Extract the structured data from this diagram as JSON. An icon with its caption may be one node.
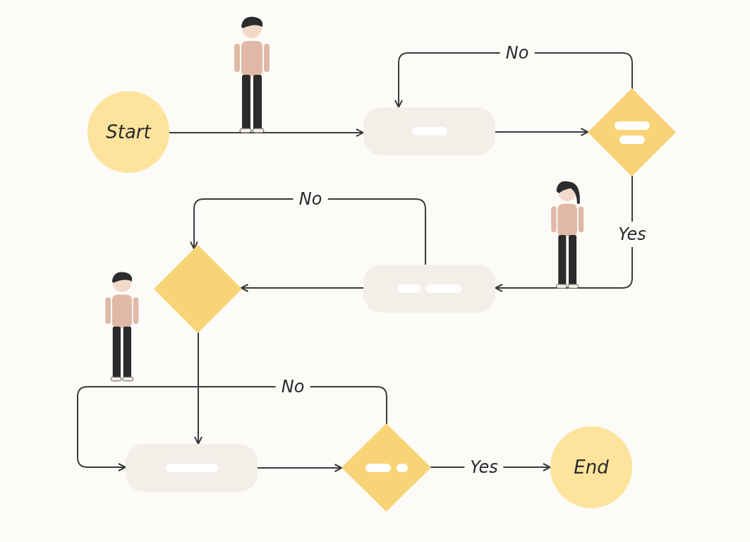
{
  "diagram": {
    "nodes": [
      {
        "text": [
          "Start"
        ]
      },
      {
        "text": [],
        "shape": "box"
      },
      {
        "text": [],
        "shape": "diamond"
      },
      {
        "text": [],
        "shape": "box"
      },
      {
        "text": [],
        "shape": "diamond"
      },
      {
        "text": [],
        "shape": "box"
      },
      {
        "text": [],
        "shape": "diamond"
      },
      {
        "text": [
          "End"
        ]
      }
    ],
    "edges": [
      {
        "from": 0,
        "to": 1,
        "arrow": "to"
      },
      {
        "from": 1,
        "to": 2,
        "arrow": "to"
      },
      {
        "from": 2,
        "to": 1,
        "arrow": "to",
        "label": "No"
      },
      {
        "from": 2,
        "to": 3,
        "arrow": "to",
        "label": "Yes"
      },
      {
        "from": 3,
        "to": 4,
        "arrow": "to"
      },
      {
        "from": 3,
        "to": 4,
        "arrow": "to",
        "label": "No"
      },
      {
        "from": 4,
        "to": 5,
        "arrow": "to"
      },
      {
        "from": 6,
        "to": 5,
        "arrow": "to",
        "label": "No"
      },
      {
        "from": 5,
        "to": 6,
        "arrow": "to"
      },
      {
        "from": 6,
        "to": 7,
        "arrow": "to",
        "label": "Yes"
      }
    ]
  }
}
